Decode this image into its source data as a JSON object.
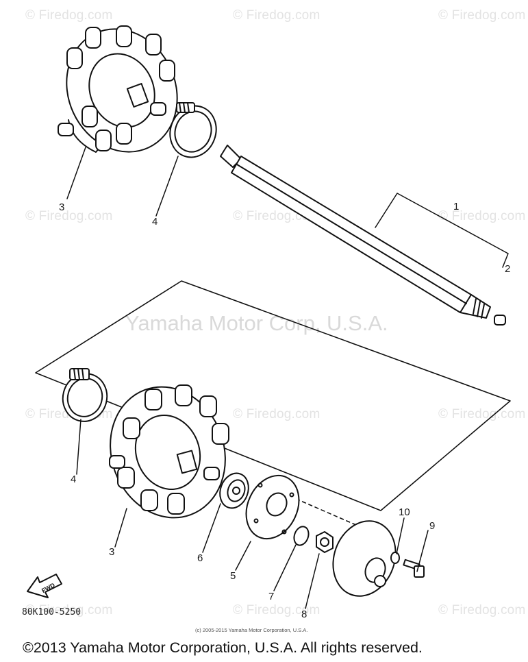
{
  "watermark": {
    "text": "© Firedog.com"
  },
  "center_watermark": "Yamaha Motor Corp, U.S.A.",
  "callouts": {
    "c1": "1",
    "c2": "2",
    "c3a": "3",
    "c3b": "3",
    "c4a": "4",
    "c4b": "4",
    "c5": "5",
    "c6": "6",
    "c7": "7",
    "c8": "8",
    "c9": "9",
    "c10": "10"
  },
  "fwd_arrow_label": "FWD",
  "drawing_code": "80K100-5250",
  "small_copyright": "(c) 2005-2015 Yamaha Motor Corporation, U.S.A.",
  "copyright": "©2013 Yamaha Motor Corporation, U.S.A. All rights reserved."
}
